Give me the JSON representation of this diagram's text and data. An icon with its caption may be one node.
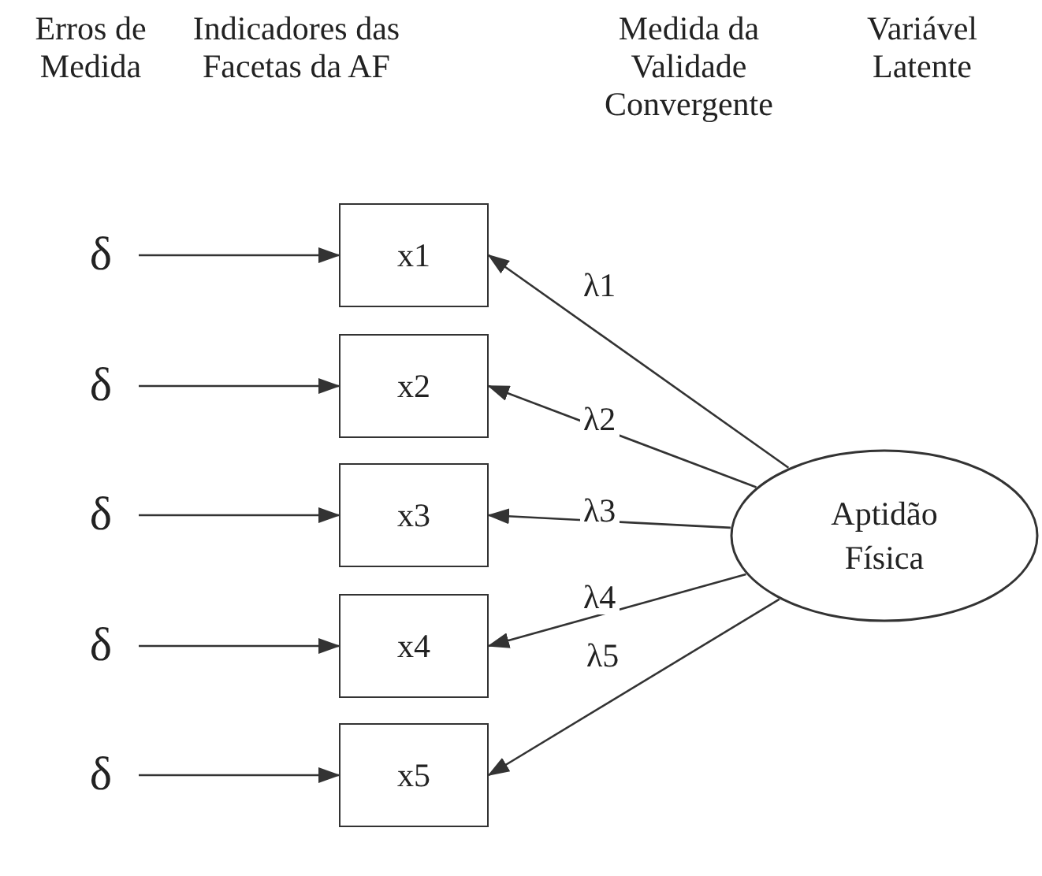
{
  "diagram": {
    "nodes": [
      {
        "text": [
          "δ"
        ]
      },
      {
        "text": [
          "δ"
        ]
      },
      {
        "text": [
          "δ"
        ]
      },
      {
        "text": [
          "δ"
        ]
      },
      {
        "text": [
          "δ"
        ]
      },
      {
        "text": [
          "x1"
        ]
      },
      {
        "text": [
          "x2"
        ]
      },
      {
        "text": [
          "x3"
        ]
      },
      {
        "text": [
          "x4"
        ]
      },
      {
        "text": [
          "x5"
        ]
      },
      {
        "text": [
          "Aptidão Física"
        ]
      }
    ],
    "edges": [
      {
        "from": 0,
        "to": 5,
        "arrow": "to"
      },
      {
        "from": 1,
        "to": 6,
        "arrow": "to"
      },
      {
        "from": 2,
        "to": 7,
        "arrow": "to"
      },
      {
        "from": 3,
        "to": 8,
        "arrow": "to"
      },
      {
        "from": 4,
        "to": 9,
        "arrow": "to"
      },
      {
        "from": 10,
        "to": 5,
        "arrow": "to",
        "label": "λ1"
      },
      {
        "from": 10,
        "to": 6,
        "arrow": "to",
        "label": "λ2"
      },
      {
        "from": 10,
        "to": 7,
        "arrow": "to",
        "label": "λ3"
      },
      {
        "from": 10,
        "to": 8,
        "arrow": "to",
        "label": "λ4"
      },
      {
        "from": 10,
        "to": 9,
        "arrow": "to",
        "label": "λ5"
      }
    ],
    "labels": [
      "Erros de Medida",
      "Indicadores das Facetas da AF",
      "Medida da Validade Convergente",
      "Variável Latente"
    ]
  }
}
